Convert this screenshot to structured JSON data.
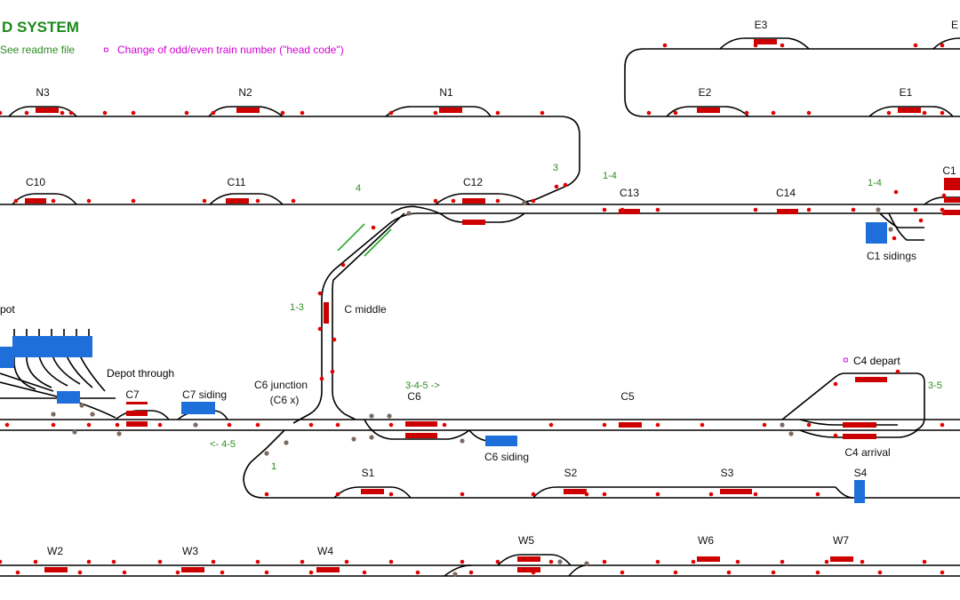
{
  "header": {
    "title": "D SYSTEM",
    "readme_note": "See readme file",
    "head_code_marker": "¤",
    "head_code_note": "Change of odd/even train number (\"head code\")"
  },
  "stations": {
    "N3": "N3",
    "N2": "N2",
    "N1": "N1",
    "E3": "E3",
    "E2": "E2",
    "E1": "E1",
    "E_edge": "E",
    "C10": "C10",
    "C11": "C11",
    "C12": "C12",
    "C13": "C13",
    "C14": "C14",
    "C1": "C1",
    "C1_sidings": "C1 sidings",
    "C_middle": "C middle",
    "depot": "pot",
    "depot_through": "Depot through",
    "C7": "C7",
    "C7_siding": "C7 siding",
    "C6_junction": "C6 junction",
    "C6_x": "(C6 x)",
    "C6": "C6",
    "C5": "C5",
    "C6_siding": "C6 siding",
    "C4_depart": "C4 depart",
    "C4_arrival": "C4 arrival",
    "S1": "S1",
    "S2": "S2",
    "S3": "S3",
    "S4": "S4",
    "W2": "W2",
    "W3": "W3",
    "W4": "W4",
    "W5": "W5",
    "W6": "W6",
    "W7": "W7"
  },
  "route_labels": {
    "r_3": "3",
    "r_4": "4",
    "r_1_4_a": "1-4",
    "r_1_4_b": "1-4",
    "r_1_3": "1-3",
    "r_3_4_5": "3-4-5 ->",
    "r_4_5": "<- 4-5",
    "r_1": "1",
    "r_3_5": "3-5"
  },
  "colors": {
    "track": "#000000",
    "signal": "#e00000",
    "stop_marker": "#cc0000",
    "point": "#7a6a60",
    "siding_block": "#1e6fd9",
    "route_label": "#2e8b22",
    "head_code": "#d400d4"
  }
}
